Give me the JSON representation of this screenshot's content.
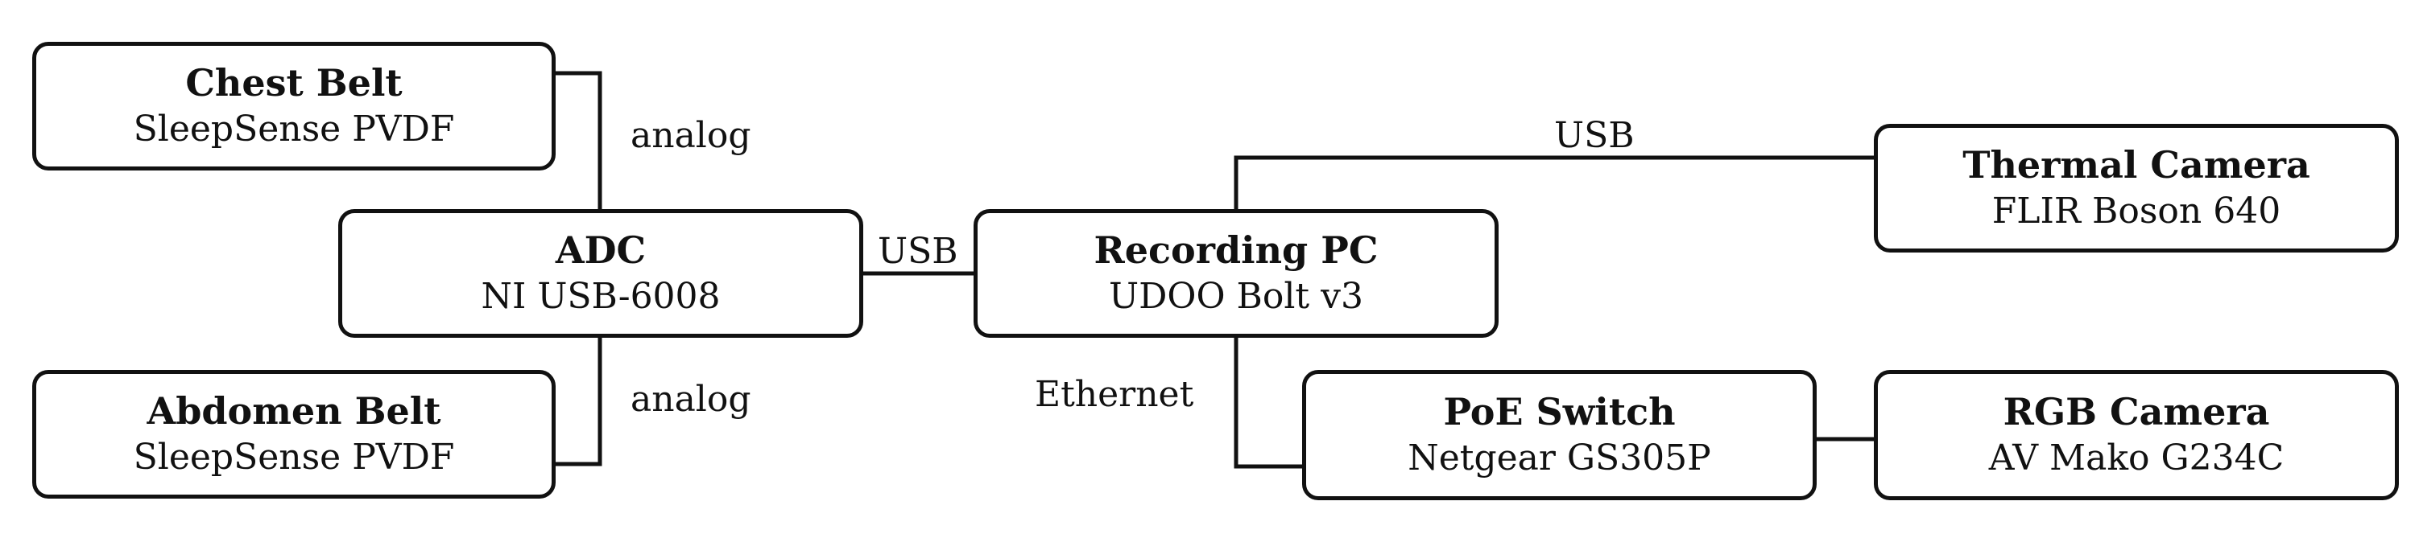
{
  "nodes": {
    "chest_belt": {
      "title": "Chest Belt",
      "subtitle": "SleepSense PVDF"
    },
    "adc": {
      "title": "ADC",
      "subtitle": "NI USB-6008"
    },
    "abdomen_belt": {
      "title": "Abdomen Belt",
      "subtitle": "SleepSense PVDF"
    },
    "recording_pc": {
      "title": "Recording PC",
      "subtitle": "UDOO Bolt v3"
    },
    "thermal_camera": {
      "title": "Thermal Camera",
      "subtitle": "FLIR Boson 640"
    },
    "poe_switch": {
      "title": "PoE Switch",
      "subtitle": "Netgear GS305P"
    },
    "rgb_camera": {
      "title": "RGB Camera",
      "subtitle": "AV Mako G234C"
    }
  },
  "edges": {
    "chest_to_adc": "analog",
    "abdomen_to_adc": "analog",
    "adc_to_pc": "USB",
    "pc_to_thermal": "USB",
    "pc_to_switch": "Ethernet",
    "switch_to_rgb": ""
  }
}
